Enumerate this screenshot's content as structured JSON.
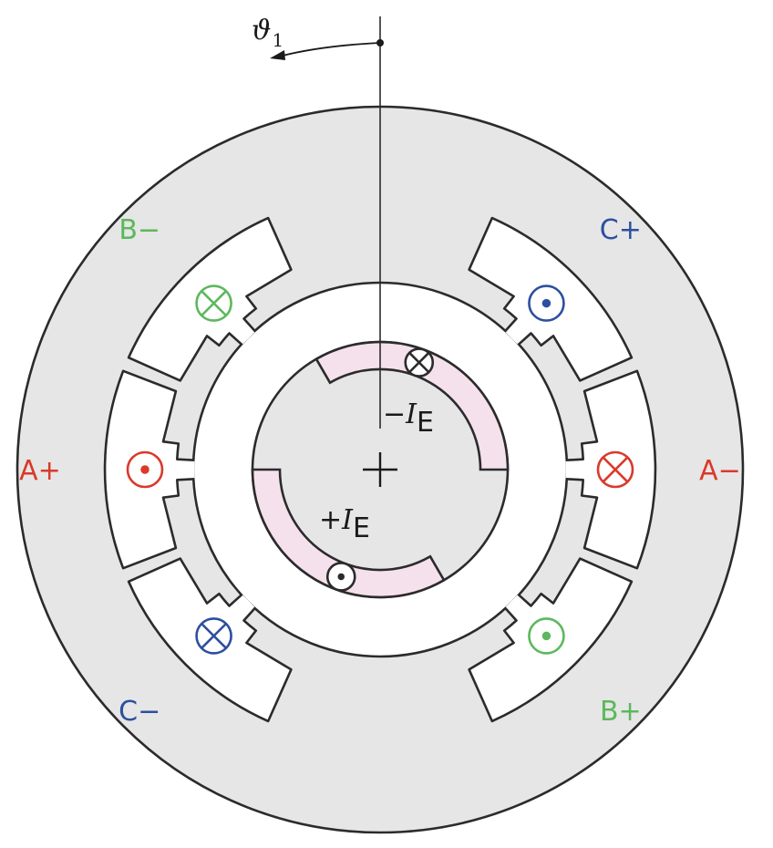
{
  "angle_label": "ϑ",
  "angle_subscript": "1",
  "stator_phases": [
    {
      "label": "B−",
      "color": "#5cb85c",
      "symbol": "cross-icon"
    },
    {
      "label": "C+",
      "color": "#2d4fa0",
      "symbol": "dot-icon"
    },
    {
      "label": "A+",
      "color": "#d93a2b",
      "symbol": "dot-icon"
    },
    {
      "label": "A−",
      "color": "#d93a2b",
      "symbol": "cross-icon"
    },
    {
      "label": "C−",
      "color": "#2d4fa0",
      "symbol": "cross-icon"
    },
    {
      "label": "B+",
      "color": "#5cb85c",
      "symbol": "dot-icon"
    }
  ],
  "rotor": {
    "neg_sign": "−",
    "pos_sign": "+",
    "current_symbol": "I",
    "current_subscript": "E",
    "winding_color": "#f5e1ec",
    "core_color": "#e6e6e6",
    "conductor_color": "#2b2b2b"
  }
}
